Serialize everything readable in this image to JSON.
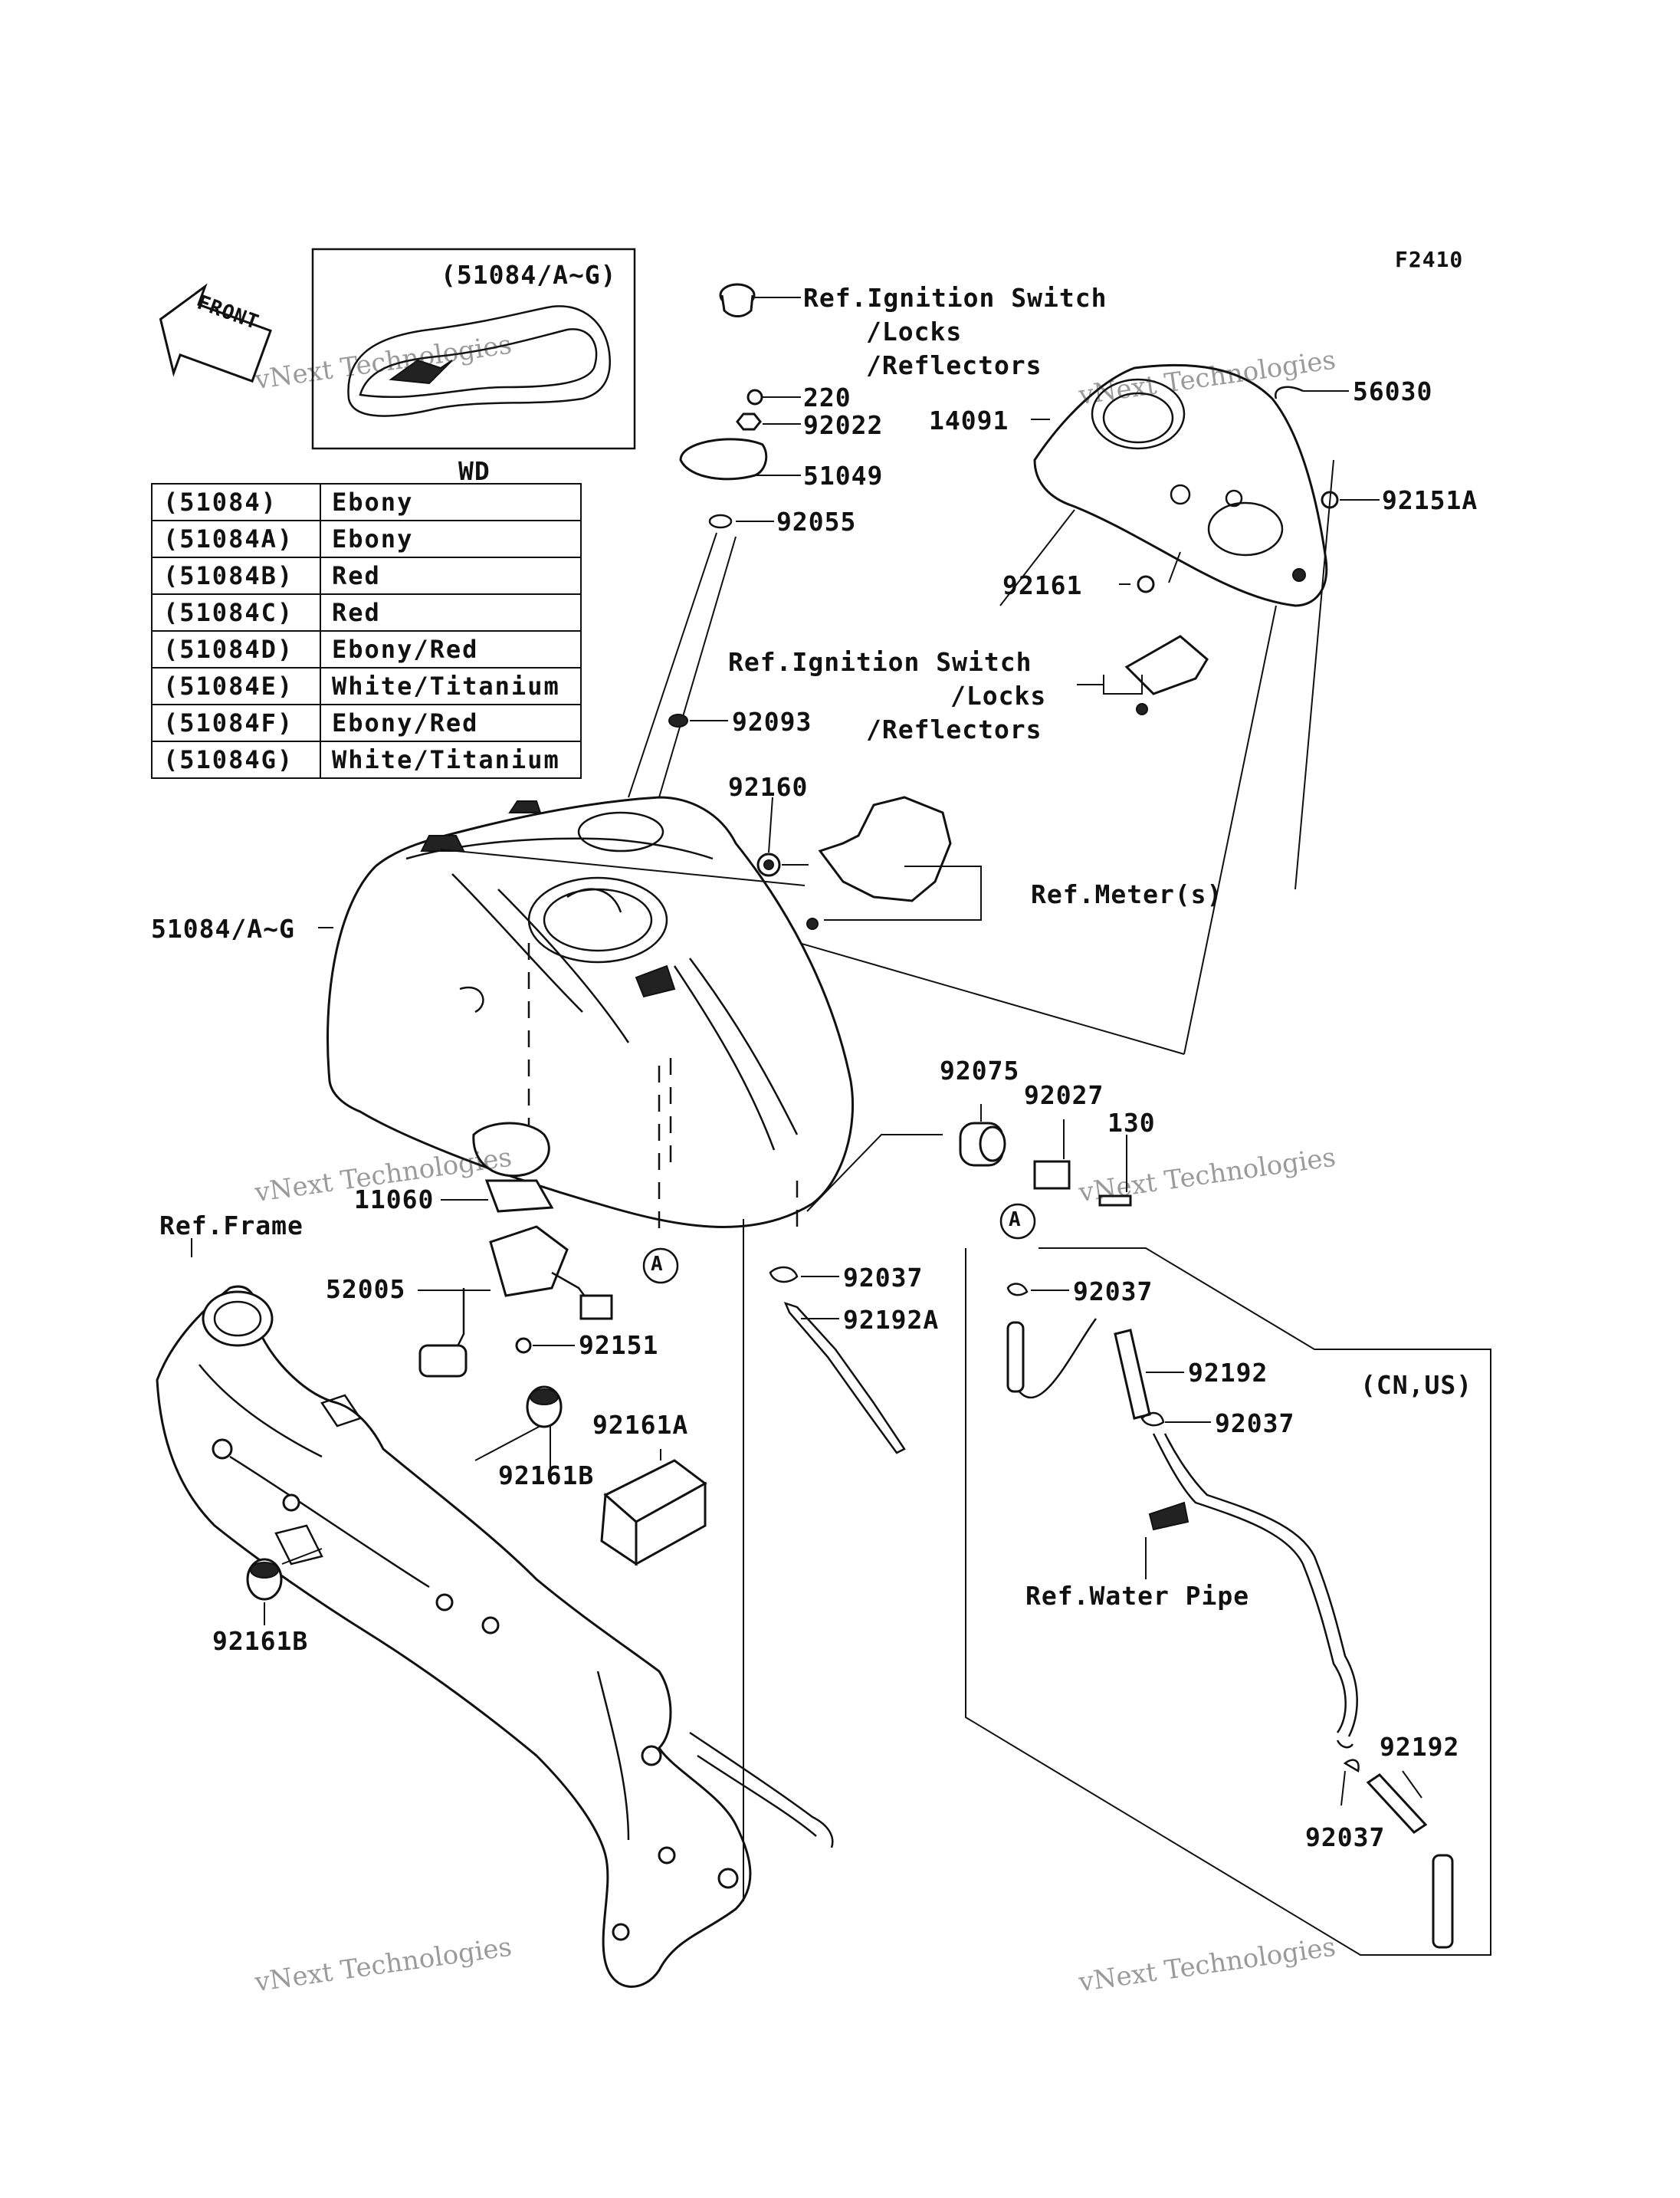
{
  "figure_code": "F2410",
  "inset": {
    "title": "(51084/A~G)",
    "caption": "WD",
    "front_arrow_label": "FRONT"
  },
  "color_table": {
    "rows": [
      {
        "code": "(51084)",
        "color": "Ebony"
      },
      {
        "code": "(51084A)",
        "color": "Ebony"
      },
      {
        "code": "(51084B)",
        "color": "Red"
      },
      {
        "code": "(51084C)",
        "color": "Red"
      },
      {
        "code": "(51084D)",
        "color": "Ebony/Red"
      },
      {
        "code": "(51084E)",
        "color": "White/Titanium"
      },
      {
        "code": "(51084F)",
        "color": "Ebony/Red"
      },
      {
        "code": "(51084G)",
        "color": "White/Titanium"
      }
    ]
  },
  "labels": {
    "ref_ignition_1": "Ref.Ignition Switch",
    "ref_ignition_1_l2": "/Locks",
    "ref_ignition_1_l3": "/Reflectors",
    "p220": "220",
    "p92022": "92022",
    "p51049": "51049",
    "p92055": "92055",
    "p14091": "14091",
    "p56030": "56030",
    "p92151A": "92151A",
    "p92161": "92161",
    "ref_ignition_2": "Ref.Ignition Switch",
    "ref_ignition_2_l2": "/Locks",
    "ref_ignition_2_l3": "/Reflectors",
    "p92093": "92093",
    "p92160": "92160",
    "ref_meter": "Ref.Meter(s)",
    "p51084": "51084/A~G",
    "p92075": "92075",
    "p92027": "92027",
    "p130": "130",
    "p11060": "11060",
    "ref_frame": "Ref.Frame",
    "p52005": "52005",
    "p92151": "92151",
    "p92037_a": "92037",
    "p92192A": "92192A",
    "p92037_b": "92037",
    "p92192_a": "92192",
    "cn_us": "(CN,US)",
    "p92037_c": "92037",
    "p92161A": "92161A",
    "p92161B_a": "92161B",
    "p92161B_b": "92161B",
    "ref_water_pipe": "Ref.Water Pipe",
    "p92192_b": "92192",
    "p92037_d": "92037",
    "marker_a": "A"
  },
  "watermark": {
    "line1": "vNext Technologies",
    "line2": "vNext",
    "line3": "Technologies"
  }
}
